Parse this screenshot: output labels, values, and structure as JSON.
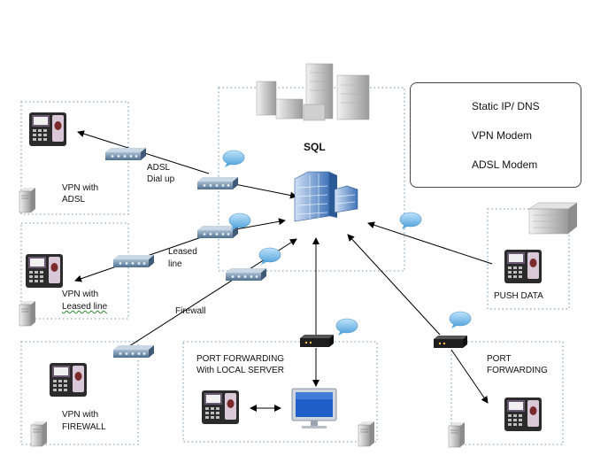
{
  "sql_label": "SQL",
  "legend": {
    "static_ip": "Static IP/ DNS",
    "vpn_modem": "VPN Modem",
    "adsl_modem": "ADSL Modem"
  },
  "sites": {
    "vpn_adsl": [
      "VPN with",
      "ADSL"
    ],
    "vpn_leased": [
      "VPN with",
      "Leased  line"
    ],
    "vpn_firewall": [
      "VPN with",
      "FIREWALL"
    ],
    "port_fwd_local": [
      "PORT FORWARDING",
      "With LOCAL SERVER"
    ],
    "port_fwd": [
      "PORT",
      "FORWARDING"
    ],
    "push_data": "PUSH DATA"
  },
  "links": {
    "adsl_dialup": [
      "ADSL",
      "Dial up"
    ],
    "leased_line": [
      "Leased",
      "line"
    ],
    "firewall": "Firewall"
  },
  "colors": {
    "dotted_border": "#9fb8c8",
    "cloud": "#6fb6e6",
    "vpn_modem": "#6d8fae",
    "adsl_modem": "#2a2a2a",
    "server": "#3b6fb0"
  }
}
